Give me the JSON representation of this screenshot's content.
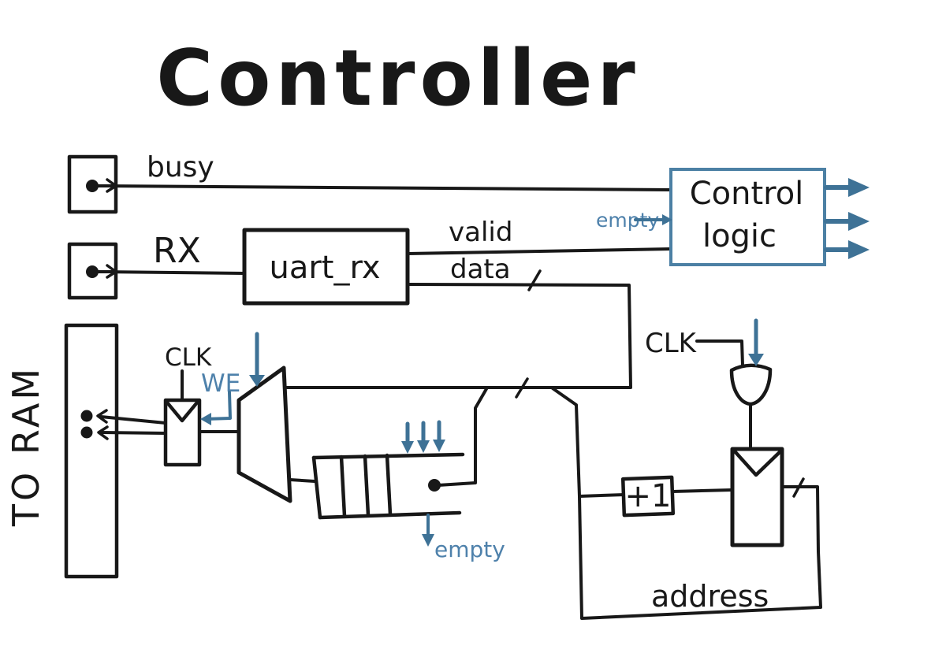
{
  "title": "Controller",
  "colors": {
    "ink": "#181818",
    "accent": "#3e7296",
    "blue_text": "#4e81ab",
    "box_border_blue": "#4c80a4",
    "background": "#ffffff"
  },
  "io_pads": {
    "busy": {
      "label": "busy"
    },
    "rx": {
      "label": "RX"
    }
  },
  "uart_rx": {
    "label": "uart_rx",
    "outputs": {
      "valid": "valid",
      "data": "data"
    }
  },
  "control_logic": {
    "title_line1": "Control",
    "title_line2": "logic",
    "empty_input_label": "empty",
    "output_arrows": 3
  },
  "ram": {
    "label": "TO RAM"
  },
  "write_register": {
    "clk_label": "CLK",
    "we_label": "WE"
  },
  "fifo": {
    "empty_label": "empty",
    "push_arrows": 3
  },
  "address_path": {
    "increment_label": "+1",
    "clk_label": "CLK",
    "address_label": "address"
  }
}
